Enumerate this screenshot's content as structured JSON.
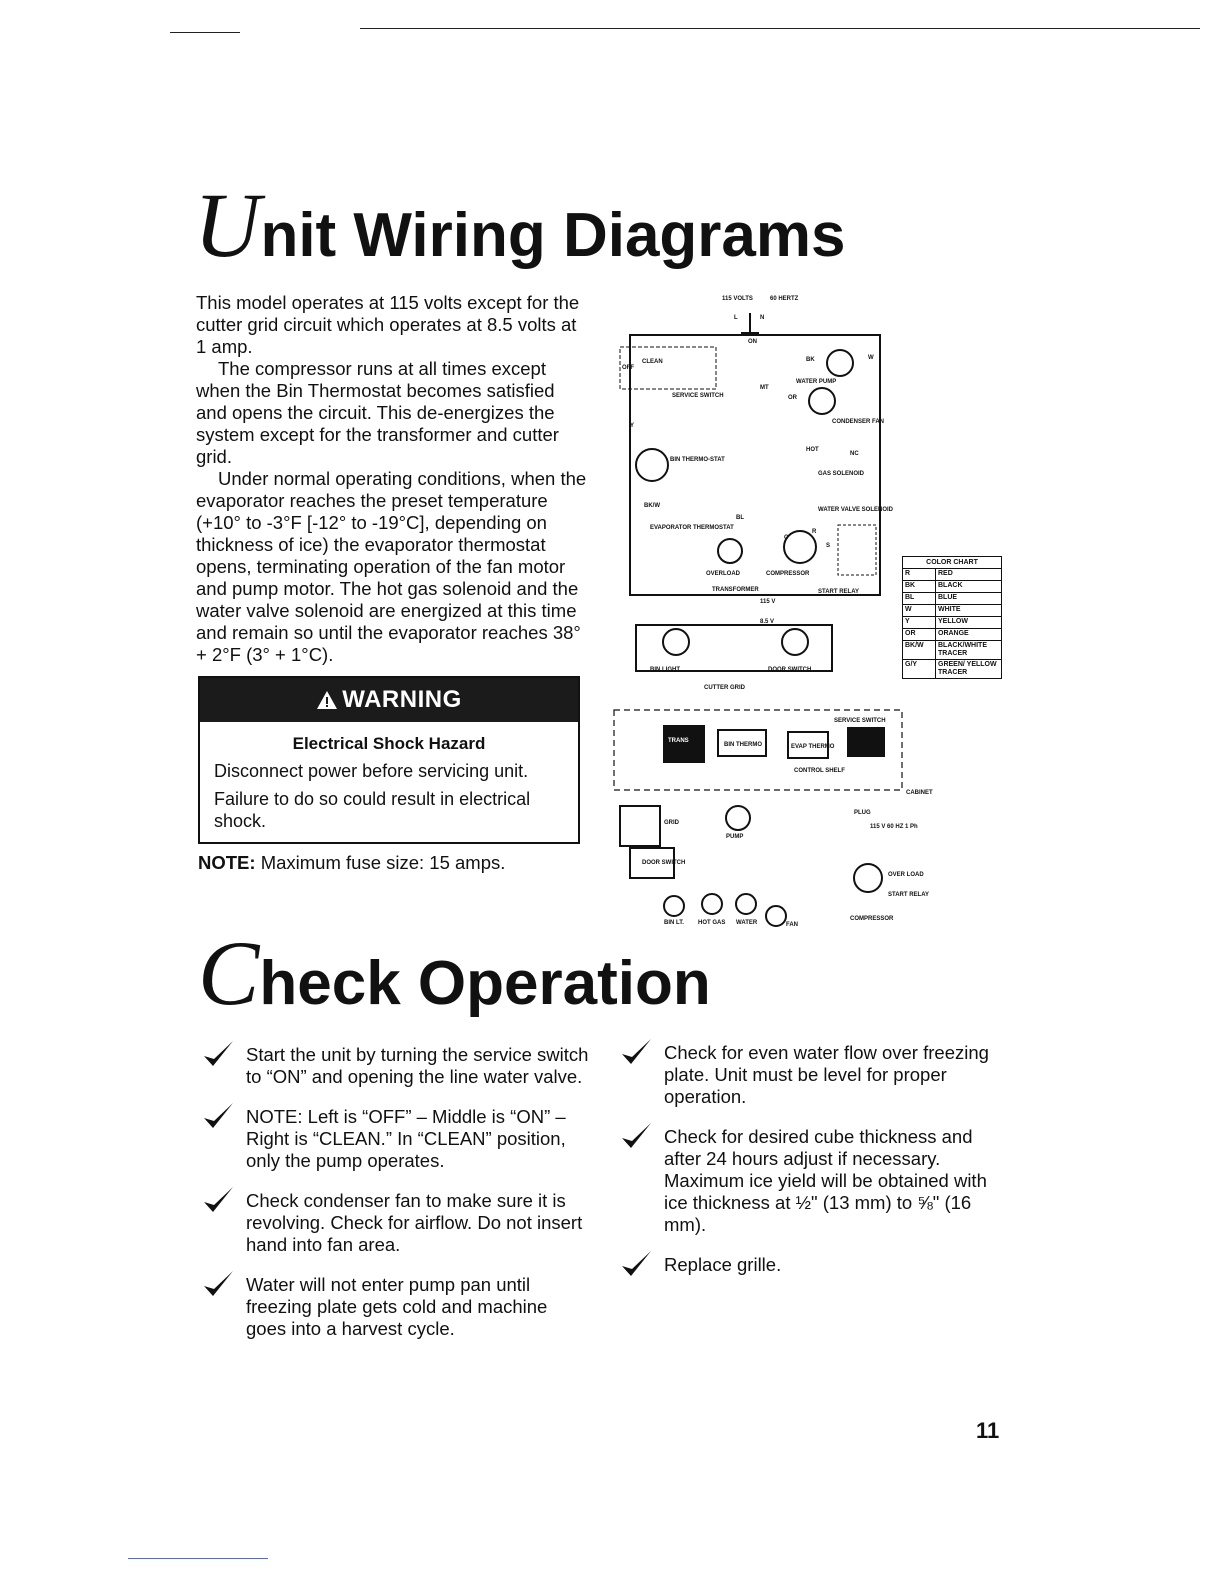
{
  "title1": {
    "initial": "U",
    "rest": "nit Wiring Diagrams"
  },
  "intro": {
    "p1": "This model operates at 115 volts except for the cutter grid circuit which operates at 8.5 volts at 1 amp.",
    "p2": "The compressor runs at all times except when the Bin Thermostat becomes satisfied and opens the circuit. This de-energizes the system except for the transformer and cutter grid.",
    "p3": "Under normal operating conditions, when the evaporator reaches the preset temperature (+10° to -3°F [-12° to -19°C], depending on thickness of ice) the evaporator thermostat opens, terminating operation of the fan motor and pump motor. The hot gas solenoid and the water valve solenoid are energized at this time and remain so until the evaporator reaches 38° + 2°F (3° + 1°C)."
  },
  "warning": {
    "heading": "WARNING",
    "subheading": "Electrical Shock Hazard",
    "line1": "Disconnect power before servicing unit.",
    "line2": "Failure to do so could result in electrical shock."
  },
  "note": {
    "label": "NOTE:",
    "text": "Maximum fuse size: 15 amps."
  },
  "diagram": {
    "labels": {
      "volts": "115 VOLTS",
      "hertz": "60 HERTZ",
      "l": "L",
      "n": "N",
      "off": "OFF",
      "on": "ON",
      "clean": "CLEAN",
      "service_switch": "SERVICE SWITCH",
      "water_pump": "WATER PUMP",
      "condenser_fan": "CONDENSER FAN",
      "gas_solenoid": "GAS SOLENOID",
      "hot": "HOT",
      "bin_thermostat": "BIN THERMO-STAT",
      "water_valve_solenoid": "WATER VALVE SOLENOID",
      "evaporator_thermostat": "EVAPORATOR THERMOSTAT",
      "overload": "OVERLOAD",
      "compressor": "COMPRESSOR",
      "transformer": "TRANSFORMER",
      "start_relay": "START RELAY",
      "v115": "115 V",
      "v85": "8.5 V",
      "bin_light": "BIN LIGHT",
      "door_switch": "DOOR SWITCH",
      "cutter_grid": "CUTTER GRID",
      "cabinet": "CABINET",
      "plug": "PLUG",
      "plug_rating": "115 V 60 HZ 1 Ph",
      "over_load": "OVER LOAD",
      "start_relay2": "START RELAY",
      "compressor2": "COMPRESSOR",
      "hot_gas": "HOT GAS",
      "water": "WATER",
      "fan": "FAN",
      "bin_lt": "BIN LT.",
      "door_switch2": "DOOR SWITCH",
      "pump": "PUMP",
      "grid": "GRID",
      "evap_thermo": "EVAP THERMO",
      "bin_thermo": "BIN THERMO",
      "service_switch2": "SERVICE SWITCH",
      "control_shelf": "CONTROL SHELF",
      "trans": "TRANS",
      "mt": "MT"
    },
    "color_chart": {
      "title": "COLOR CHART",
      "rows": [
        {
          "code": "R",
          "name": "RED"
        },
        {
          "code": "BK",
          "name": "BLACK"
        },
        {
          "code": "BL",
          "name": "BLUE"
        },
        {
          "code": "W",
          "name": "WHITE"
        },
        {
          "code": "Y",
          "name": "YELLOW"
        },
        {
          "code": "OR",
          "name": "ORANGE"
        },
        {
          "code": "BK/W",
          "name": "BLACK/WHITE TRACER"
        },
        {
          "code": "G/Y",
          "name": "GREEN/ YELLOW TRACER"
        }
      ]
    },
    "wire_codes": [
      "BK",
      "W",
      "OR",
      "Y",
      "BL",
      "R",
      "BK/W",
      "NC",
      "S",
      "C"
    ]
  },
  "title2": {
    "initial": "C",
    "rest": "heck Operation"
  },
  "checks_left": [
    "Start the unit by turning the service switch to “ON” and opening the line water valve.",
    "NOTE: Left is “OFF” – Middle is “ON” – Right is “CLEAN.” In “CLEAN” position, only the pump operates.",
    "Check condenser fan to make sure it is revolving. Check for airflow. Do not insert hand into fan area.",
    "Water will not enter pump pan until freezing plate gets cold and machine goes into a harvest cycle."
  ],
  "checks_right": [
    "Check for even water flow over freezing plate. Unit must be level for proper operation.",
    "Check for desired cube thickness and after 24 hours adjust if necessary. Maximum ice yield will be obtained with ice thickness at ½\" (13 mm) to ⅝\" (16 mm).",
    "Replace grille."
  ],
  "page_number": "11",
  "colors": {
    "ink": "#111111",
    "warning_bg": "#1b1b1b",
    "paper": "#ffffff"
  }
}
